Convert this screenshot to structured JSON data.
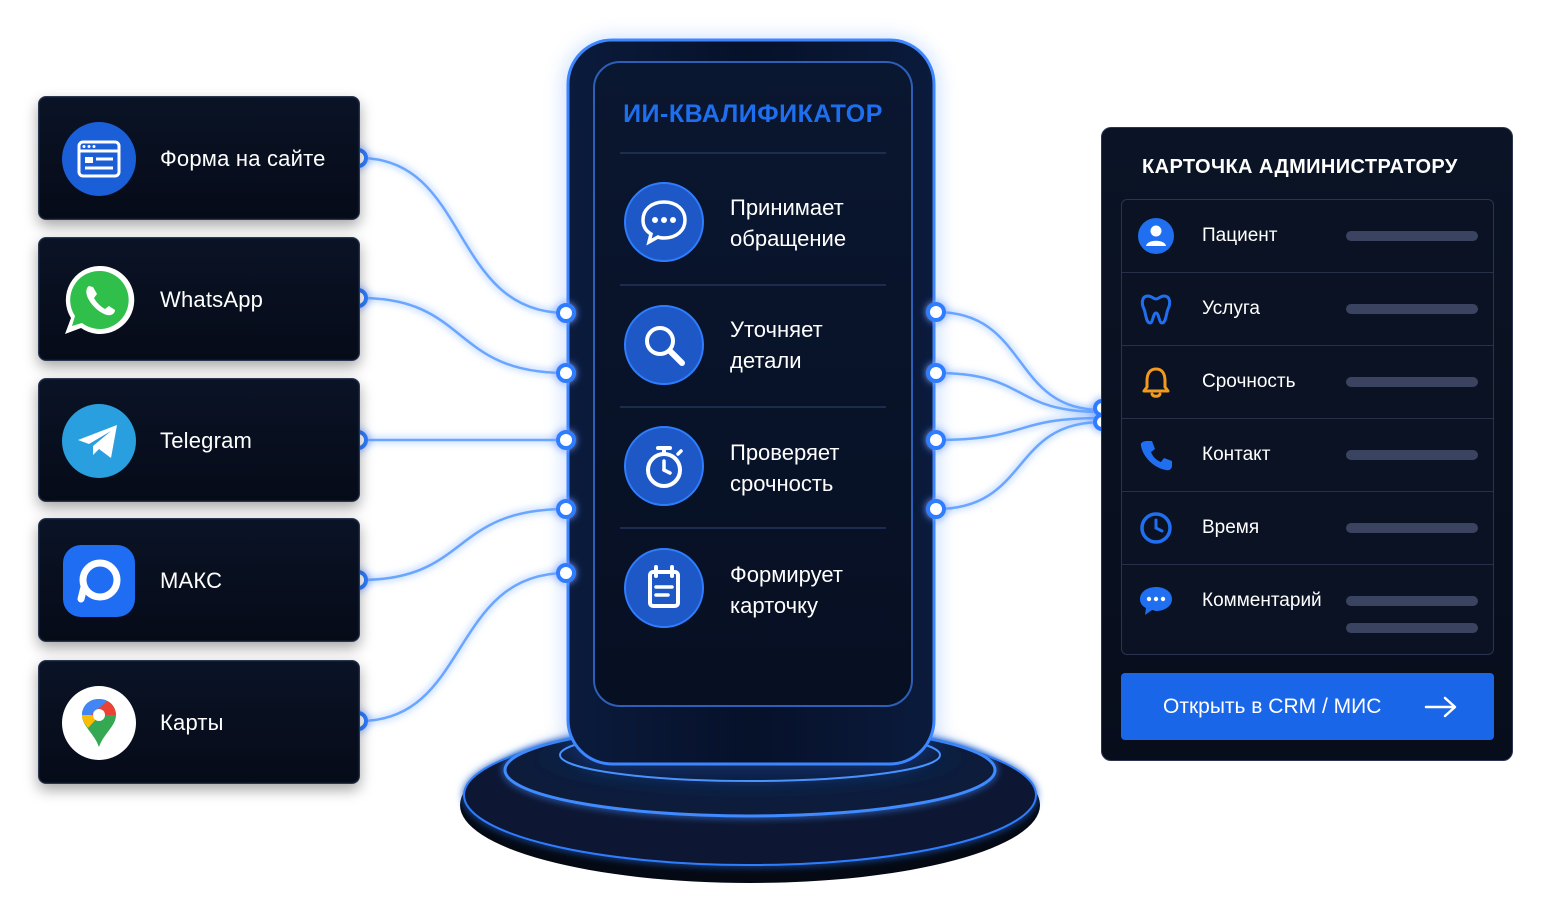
{
  "channels": [
    {
      "label": "Форма на сайте",
      "icon": "browser-form-icon",
      "color": "#1a5fd8"
    },
    {
      "label": "WhatsApp",
      "icon": "whatsapp-icon",
      "color": "#2fbf4a"
    },
    {
      "label": "Telegram",
      "icon": "telegram-icon",
      "color": "#2a9fe0"
    },
    {
      "label": "МАКС",
      "icon": "max-messenger-icon",
      "color": "#1f6df2"
    },
    {
      "label": "Карты",
      "icon": "google-maps-icon",
      "color": "#ffffff"
    }
  ],
  "qualifier": {
    "title": "ИИ-КВАЛИФИКАТОР",
    "steps": [
      {
        "line1": "Принимает",
        "line2": "обращение",
        "icon": "chat-bubble-icon"
      },
      {
        "line1": "Уточняет",
        "line2": "детали",
        "icon": "magnifier-icon"
      },
      {
        "line1": "Проверяет",
        "line2": "срочность",
        "icon": "stopwatch-icon"
      },
      {
        "line1": "Формирует",
        "line2": "карточку",
        "icon": "clipboard-icon"
      }
    ]
  },
  "admin_card": {
    "title": "КАРТОЧКА АДМИНИСТРАТОРУ",
    "fields": [
      {
        "label": "Пациент",
        "icon": "user-icon",
        "color": "#1f6ff0"
      },
      {
        "label": "Услуга",
        "icon": "tooth-icon",
        "color": "#1f6ff0"
      },
      {
        "label": "Срочность",
        "icon": "bell-icon",
        "color": "#f29a1e"
      },
      {
        "label": "Контакт",
        "icon": "phone-icon",
        "color": "#1f6ff0"
      },
      {
        "label": "Время",
        "icon": "clock-icon",
        "color": "#1f6ff0"
      },
      {
        "label": "Комментарий",
        "icon": "chat-dots-icon",
        "color": "#1f6ff0"
      }
    ],
    "button_label": "Открыть в CRM / МИС"
  },
  "colors": {
    "accent": "#1f6ff0",
    "glow": "#2f7dff",
    "panel": "#0a1326",
    "button": "#1a66e8"
  }
}
